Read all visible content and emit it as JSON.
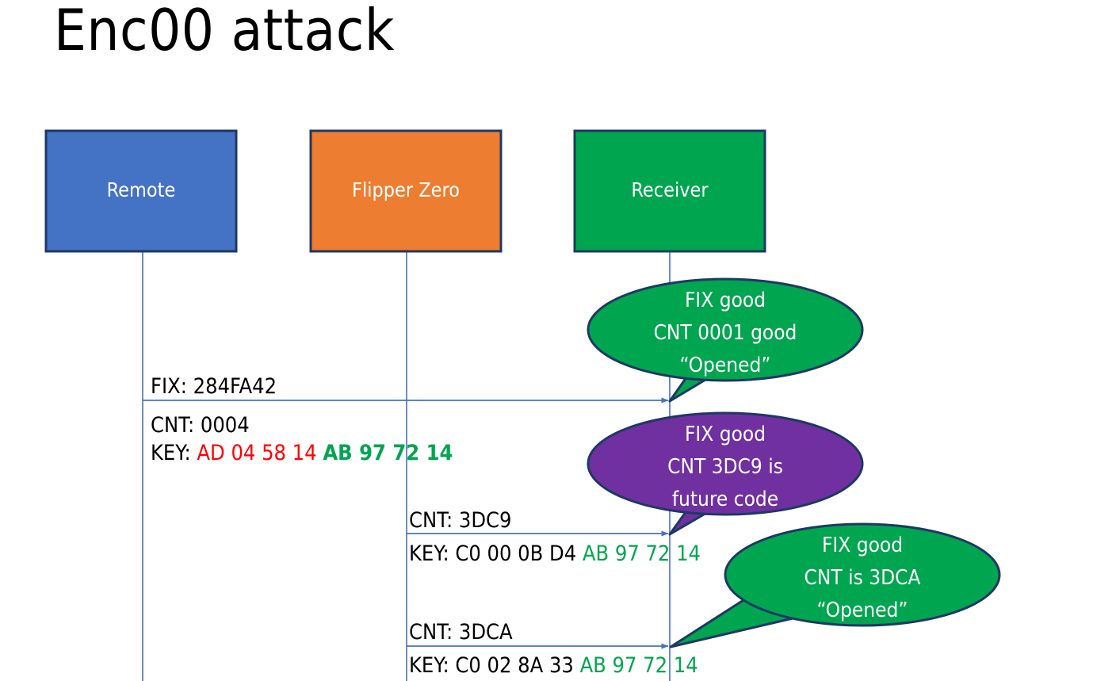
{
  "title": "Enc00 attack",
  "colors": {
    "remote_blue": "#4472C4",
    "flipper_orange": "#ED7D31",
    "receiver_green": "#00A550",
    "bubble_green": "#00A550",
    "bubble_purple": "#7030A0",
    "outline": "#1F3864",
    "lifeline": "#4472C4",
    "arrow": "#4472C4",
    "key_red": "#FF0000",
    "key_green": "#00A550",
    "text_black": "#000000"
  },
  "actors": [
    {
      "label": "Remote",
      "fill": "#4472C4"
    },
    {
      "label": "Flipper Zero",
      "fill": "#ED7D31"
    },
    {
      "label": "Receiver",
      "fill": "#00A550"
    }
  ],
  "messages": [
    {
      "name": "remote-to-receiver",
      "lines": [
        {
          "text": "FIX: 284FA42"
        },
        {
          "text": "CNT: 0004"
        }
      ],
      "key_line": {
        "prefix": "KEY: ",
        "segments": [
          {
            "text": "AD 04 58 14 ",
            "style": "red"
          },
          {
            "text": "AB 97 72 14",
            "style": "green-bold"
          }
        ]
      }
    },
    {
      "name": "flipper-to-receiver-future",
      "lines": [
        {
          "text": "CNT: 3DC9"
        }
      ],
      "key_line": {
        "prefix": "KEY: ",
        "segments": [
          {
            "text": "C0 00 0B D4 ",
            "style": "black"
          },
          {
            "text": "AB 97 72 14",
            "style": "green"
          }
        ]
      }
    },
    {
      "name": "flipper-to-receiver-next",
      "lines": [
        {
          "text": "CNT: 3DCA"
        }
      ],
      "key_line": {
        "prefix": "KEY: ",
        "segments": [
          {
            "text": "C0 02 8A 33 ",
            "style": "black"
          },
          {
            "text": "AB 97 72 14",
            "style": "green"
          }
        ]
      }
    }
  ],
  "bubbles": [
    {
      "name": "receiver-response-first",
      "fill": "#00A550",
      "lines": [
        "FIX good",
        "CNT 0001 good",
        "“Opened”"
      ]
    },
    {
      "name": "receiver-response-future",
      "fill": "#7030A0",
      "lines": [
        "FIX good",
        "CNT 3DC9 is",
        "future code"
      ]
    },
    {
      "name": "receiver-response-opened",
      "fill": "#00A550",
      "lines": [
        "FIX good",
        "CNT is 3DCA",
        "“Opened”"
      ]
    }
  ]
}
